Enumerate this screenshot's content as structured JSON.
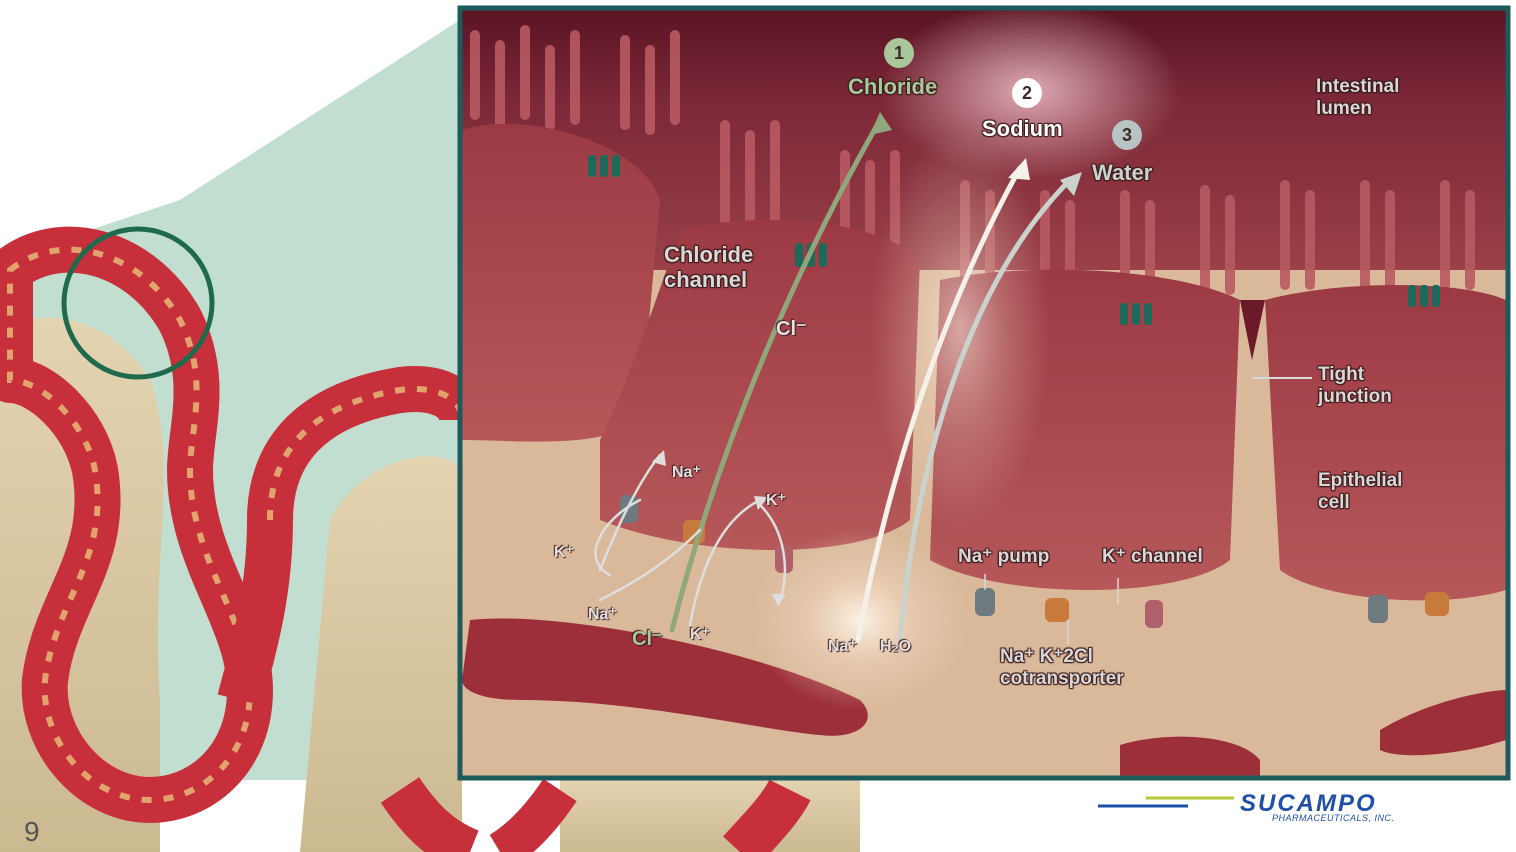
{
  "slide": {
    "page_number": "9"
  },
  "logo": {
    "name": "SUCAMPO",
    "subtitle": "PHARMACEUTICALS, INC."
  },
  "steps": [
    {
      "number": "1",
      "label": "Chloride"
    },
    {
      "number": "2",
      "label": "Sodium"
    },
    {
      "number": "3",
      "label": "Water"
    }
  ],
  "labels": {
    "lumen_line1": "Intestinal",
    "lumen_line2": "lumen",
    "chloride_channel_line1": "Chloride",
    "chloride_channel_line2": "channel",
    "tight_junction_line1": "Tight",
    "tight_junction_line2": "junction",
    "epithelial_line1": "Epithelial",
    "epithelial_line2": "cell",
    "na_pump": "Na⁺ pump",
    "k_channel": "K⁺ channel",
    "cotransporter_line1": "Na⁺ K⁺2Cl",
    "cotransporter_line2": "cotransporter"
  },
  "ions": {
    "cl_main": "Cl⁻",
    "na_top": "Na⁺",
    "k_right": "K⁺",
    "k_left": "K⁺",
    "na_bottom": "Na⁺",
    "cl_bottom": "Cl⁻",
    "k_bottom": "K⁺",
    "na_para": "Na⁺",
    "h2o": "H₂O"
  },
  "colors": {
    "frame": "#1c5a5c",
    "lumen": "#6b1a2a",
    "cell": "#a84a50",
    "interstitium": "#d9b99a",
    "chloride_arrow": "#8fa77a",
    "sodium_arrow": "#f4f1ea",
    "water_arrow": "#c9d2cc",
    "badge_1": "#a9c79a",
    "badge_2": "#ffffff",
    "badge_3": "#b8c3c4",
    "circle_highlight": "#1f6a4c",
    "logo_blue": "#1f4fa8",
    "logo_green": "#b6c83a"
  }
}
